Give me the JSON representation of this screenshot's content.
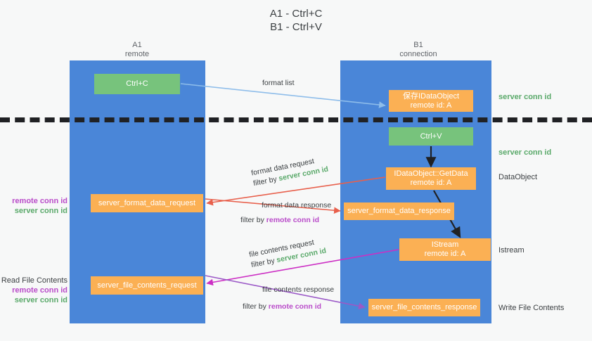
{
  "title": {
    "line1": "A1 - Ctrl+C",
    "line2": "B1 - Ctrl+V"
  },
  "columns": [
    {
      "name": "A1",
      "sub": "remote"
    },
    {
      "name": "B1",
      "sub": "connection"
    }
  ],
  "nodes": {
    "ctrl_c": {
      "line1": "Ctrl+C",
      "line2": "",
      "color": "#77c37c"
    },
    "save_idataobject": {
      "line1": "保存IDataObject",
      "line2": "remote id: A",
      "color": "#fbb054"
    },
    "ctrl_v": {
      "line1": "Ctrl+V",
      "line2": "",
      "color": "#77c37c"
    },
    "idataobject_getdata": {
      "line1": "IDataObject::GetData",
      "line2": "remote id: A",
      "color": "#fbb054"
    },
    "istream": {
      "line1": "IStream",
      "line2": "remote id: A",
      "color": "#fbb054"
    },
    "server_format_data_request": {
      "line1": "server_format_data_request",
      "line2": "",
      "color": "#fbb054"
    },
    "server_format_data_response": {
      "line1": "server_format_data_response",
      "line2": "",
      "color": "#fbb054"
    },
    "server_file_contents_request": {
      "line1": "server_file_contents_request",
      "line2": "",
      "color": "#fbb054"
    },
    "server_file_contents_response": {
      "line1": "server_file_contents_response",
      "line2": "",
      "color": "#fbb054"
    }
  },
  "edges": {
    "format_list": {
      "label": "format list"
    },
    "format_data_request": {
      "label": "format data request",
      "filter_prefix": "filter by ",
      "filter_target": "server conn id"
    },
    "format_data_response": {
      "label": "format data response",
      "filter_prefix": "filter by ",
      "filter_target": "remote conn id"
    },
    "file_contents_request": {
      "label": "file contents request",
      "filter_prefix": "filter by ",
      "filter_target": "server conn id"
    },
    "file_contents_response": {
      "label": "file contents response",
      "filter_prefix": "filter by ",
      "filter_target": "remote conn id"
    }
  },
  "right_notes": {
    "server_conn_id_1": "server conn id",
    "server_conn_id_2": "server conn id",
    "data_object": "DataObject",
    "istream": "Istream",
    "write_file_contents": "Write File Contents"
  },
  "left_notes": {
    "group1": {
      "remote": "remote conn id",
      "server": "server conn id"
    },
    "group2": {
      "heading": "Read File Contents",
      "remote": "remote conn id",
      "server": "server conn id"
    }
  },
  "colors": {
    "lane": "#4a86d8",
    "green_node": "#77c37c",
    "orange_node": "#fbb054",
    "green_text": "#5aa96a",
    "purple_text": "#b94bc9",
    "arrow_lightblue": "#8ebdea",
    "arrow_red": "#e8604c",
    "arrow_magenta": "#cc2fc4",
    "arrow_purple": "#9b59c7",
    "arrow_black": "#202124",
    "background": "#f7f8f8",
    "separator": "#202124"
  }
}
